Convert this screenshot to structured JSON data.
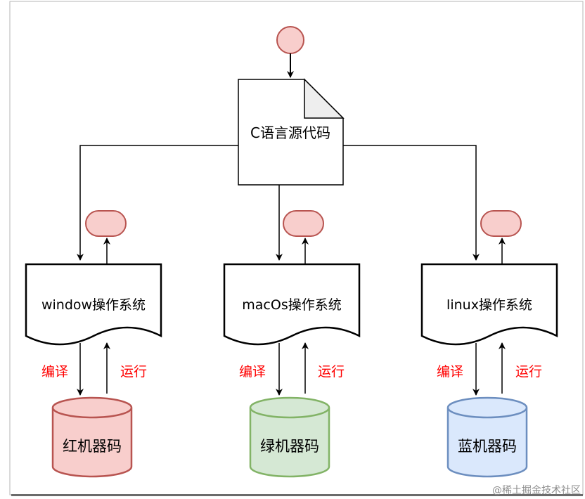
{
  "diagram": {
    "source": {
      "label": "C语言源代码"
    },
    "systems": [
      {
        "label": "window操作系统",
        "compile_label": "编译",
        "run_label": "运行",
        "machine_label": "红机器码",
        "machine_fill": "#f8cecc",
        "machine_stroke": "#b85450"
      },
      {
        "label": "macOs操作系统",
        "compile_label": "编译",
        "run_label": "运行",
        "machine_label": "绿机器码",
        "machine_fill": "#d5e8d4",
        "machine_stroke": "#82b366"
      },
      {
        "label": "linux操作系统",
        "compile_label": "编译",
        "run_label": "运行",
        "machine_label": "蓝机器码",
        "machine_fill": "#dae8fc",
        "machine_stroke": "#6c8ebf"
      }
    ],
    "colors": {
      "start_fill": "#f8cecc",
      "start_stroke": "#b85450",
      "edge_label": "#ff0000",
      "line": "#000000"
    }
  },
  "watermark": "@稀土掘金技术社区"
}
